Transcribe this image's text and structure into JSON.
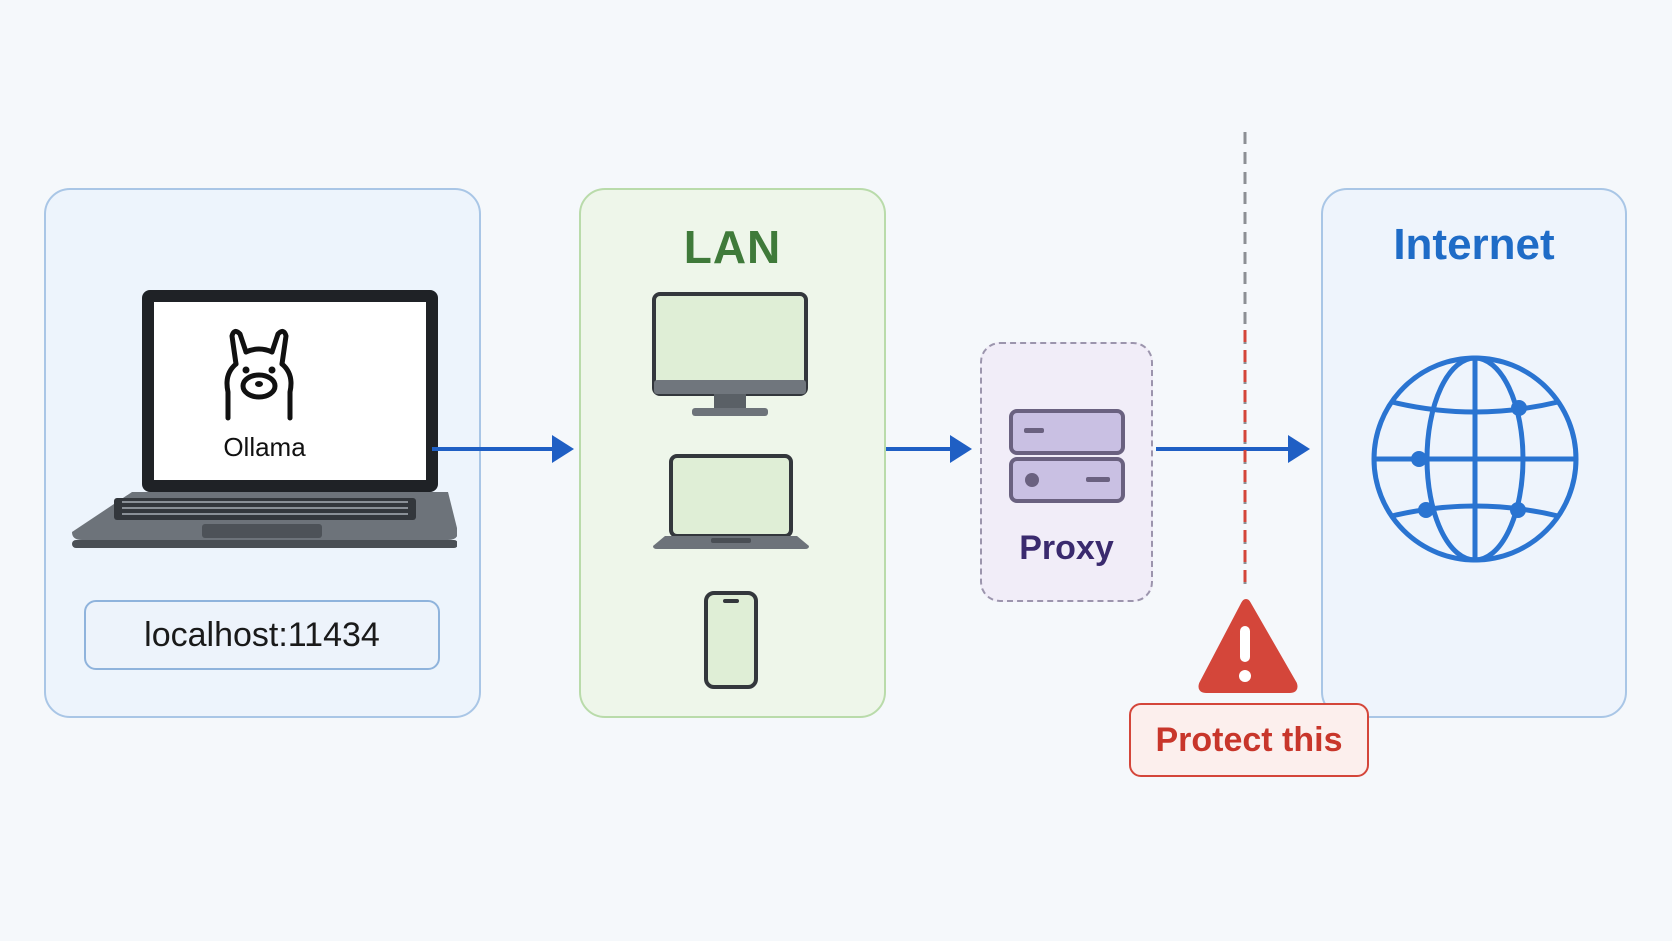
{
  "local": {
    "app_label": "Ollama",
    "address": "localhost:11434",
    "icons": [
      "laptop-icon",
      "llama-icon"
    ]
  },
  "lan": {
    "title": "LAN",
    "devices": [
      "desktop-monitor-icon",
      "laptop-icon",
      "smartphone-icon"
    ]
  },
  "proxy": {
    "label": "Proxy",
    "icon": "server-icon"
  },
  "internet": {
    "title": "Internet",
    "icon": "globe-icon"
  },
  "warning": {
    "label": "Protect this",
    "icon": "warning-triangle-icon"
  },
  "colors": {
    "arrow": "#1f5fc4",
    "danger": "#d4463a",
    "lan_accent": "#3f7a3a",
    "internet_accent": "#1f6cc7",
    "proxy_accent": "#3a2a6e"
  }
}
